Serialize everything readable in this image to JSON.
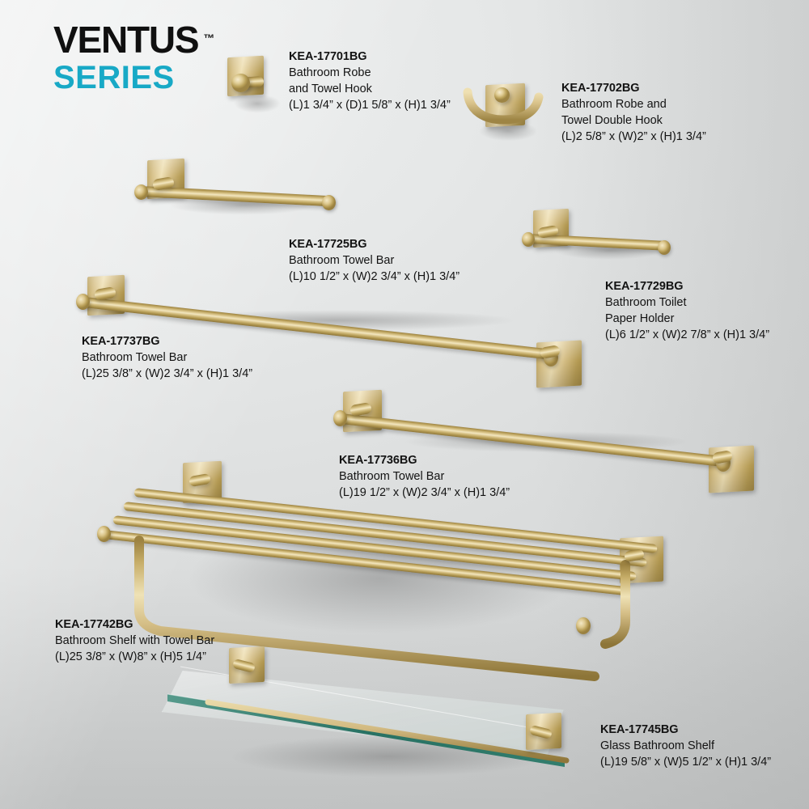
{
  "brand": {
    "name": "VENTUS",
    "trademark": "™",
    "series": "SERIES",
    "series_color": "#18a9c6",
    "name_color": "#101010"
  },
  "finish": {
    "name": "brushed-gold",
    "base_color": "#c7ad68",
    "highlight_color": "#f2e6c0",
    "shadow_color": "#8d7538"
  },
  "background": {
    "name": "light-gray-wall",
    "color": "#e2e4e4"
  },
  "products": [
    {
      "sku": "KEA-17701BG",
      "name_lines": [
        "Bathroom Robe",
        "and Towel Hook"
      ],
      "dimensions": "(L)1 3/4” x (D)1 5/8” x (H)1 3/4”",
      "image_name": "robe-and-towel-hook"
    },
    {
      "sku": "KEA-17702BG",
      "name_lines": [
        "Bathroom Robe and",
        "Towel Double Hook"
      ],
      "dimensions": "(L)2 5/8” x (W)2” x (H)1 3/4”",
      "image_name": "robe-and-towel-double-hook"
    },
    {
      "sku": "KEA-17725BG",
      "name_lines": [
        "Bathroom Towel Bar"
      ],
      "dimensions": "(L)10 1/2” x (W)2 3/4” x (H)1 3/4”",
      "image_name": "towel-bar-small"
    },
    {
      "sku": "KEA-17729BG",
      "name_lines": [
        "Bathroom Toilet",
        "Paper Holder"
      ],
      "dimensions": "(L)6 1/2” x (W)2 7/8” x (H)1 3/4”",
      "image_name": "toilet-paper-holder"
    },
    {
      "sku": "KEA-17737BG",
      "name_lines": [
        "Bathroom Towel Bar"
      ],
      "dimensions": "(L)25 3/8” x (W)2 3/4” x (H)1 3/4”",
      "image_name": "towel-bar-large"
    },
    {
      "sku": "KEA-17736BG",
      "name_lines": [
        "Bathroom Towel Bar"
      ],
      "dimensions": "(L)19 1/2” x (W)2 3/4” x (H)1 3/4”",
      "image_name": "towel-bar-medium"
    },
    {
      "sku": "KEA-17742BG",
      "name_lines": [
        "Bathroom Shelf with Towel Bar"
      ],
      "dimensions": "(L)25 3/8” x (W)8” x (H)5 1/4”",
      "image_name": "shelf-with-towel-bar"
    },
    {
      "sku": "KEA-17745BG",
      "name_lines": [
        "Glass Bathroom Shelf"
      ],
      "dimensions": "(L)19 5/8” x (W)5 1/2” x (H)1 3/4”",
      "image_name": "glass-bathroom-shelf"
    }
  ]
}
